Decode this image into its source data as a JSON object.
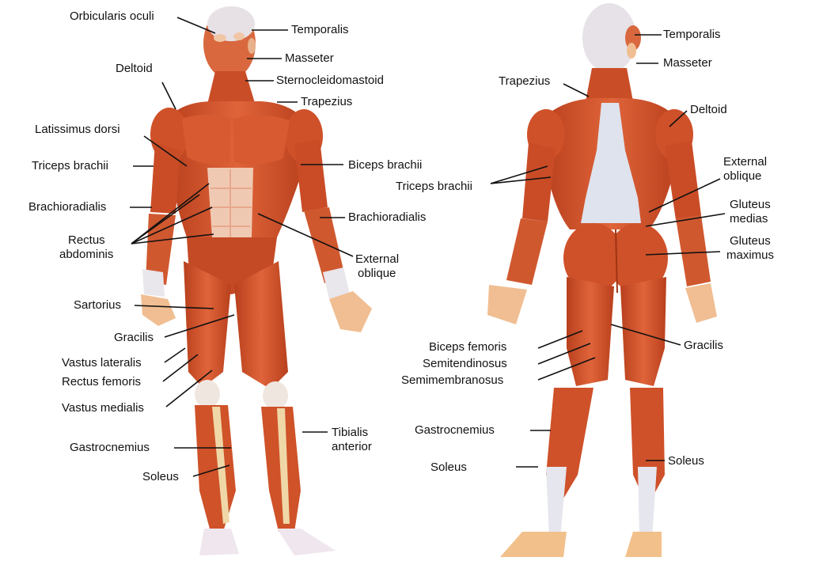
{
  "colors": {
    "muscle": "#d8532a",
    "muscle_dark": "#b23a18",
    "muscle_light": "#e87a4e",
    "tendon": "#f3e2c6",
    "fascia": "#e4e6ef",
    "bone": "#efd9a8",
    "skin": "#f2c49a",
    "line": "#111111",
    "text": "#111111"
  },
  "anterior": {
    "orbicularis_oculi": "Orbicularis oculi",
    "temporalis": "Temporalis",
    "masseter": "Masseter",
    "sternocleidomastoid": "Sternocleidomastoid",
    "trapezius": "Trapezius",
    "deltoid": "Deltoid",
    "latissimus_dorsi": "Latissimus dorsi",
    "triceps_brachii": "Triceps brachii",
    "biceps_brachii": "Biceps brachii",
    "brachioradialis_left": "Brachioradialis",
    "brachioradialis_right": "Brachioradialis",
    "rectus_abdominis_1": "Rectus",
    "rectus_abdominis_2": "abdominis",
    "external_oblique_1": "External",
    "external_oblique_2": "oblique",
    "sartorius": "Sartorius",
    "gracilis": "Gracilis",
    "vastus_lateralis": "Vastus lateralis",
    "rectus_femoris": "Rectus femoris",
    "vastus_medialis": "Vastus medialis",
    "gastrocnemius": "Gastrocnemius",
    "soleus": "Soleus",
    "tibialis_anterior_1": "Tibialis",
    "tibialis_anterior_2": "anterior"
  },
  "posterior": {
    "temporalis": "Temporalis",
    "masseter": "Masseter",
    "trapezius": "Trapezius",
    "deltoid": "Deltoid",
    "triceps_brachii": "Triceps brachii",
    "external_oblique_1": "External",
    "external_oblique_2": "oblique",
    "gluteus_medias_1": "Gluteus",
    "gluteus_medias_2": "medias",
    "gluteus_maximus_1": "Gluteus",
    "gluteus_maximus_2": "maximus",
    "biceps_femoris": "Biceps femoris",
    "semitendinosus": "Semitendinosus",
    "semimembranosus": "Semimembranosus",
    "gracilis": "Gracilis",
    "gastrocnemius": "Gastrocnemius",
    "soleus_left": "Soleus",
    "soleus_right": "Soleus"
  }
}
